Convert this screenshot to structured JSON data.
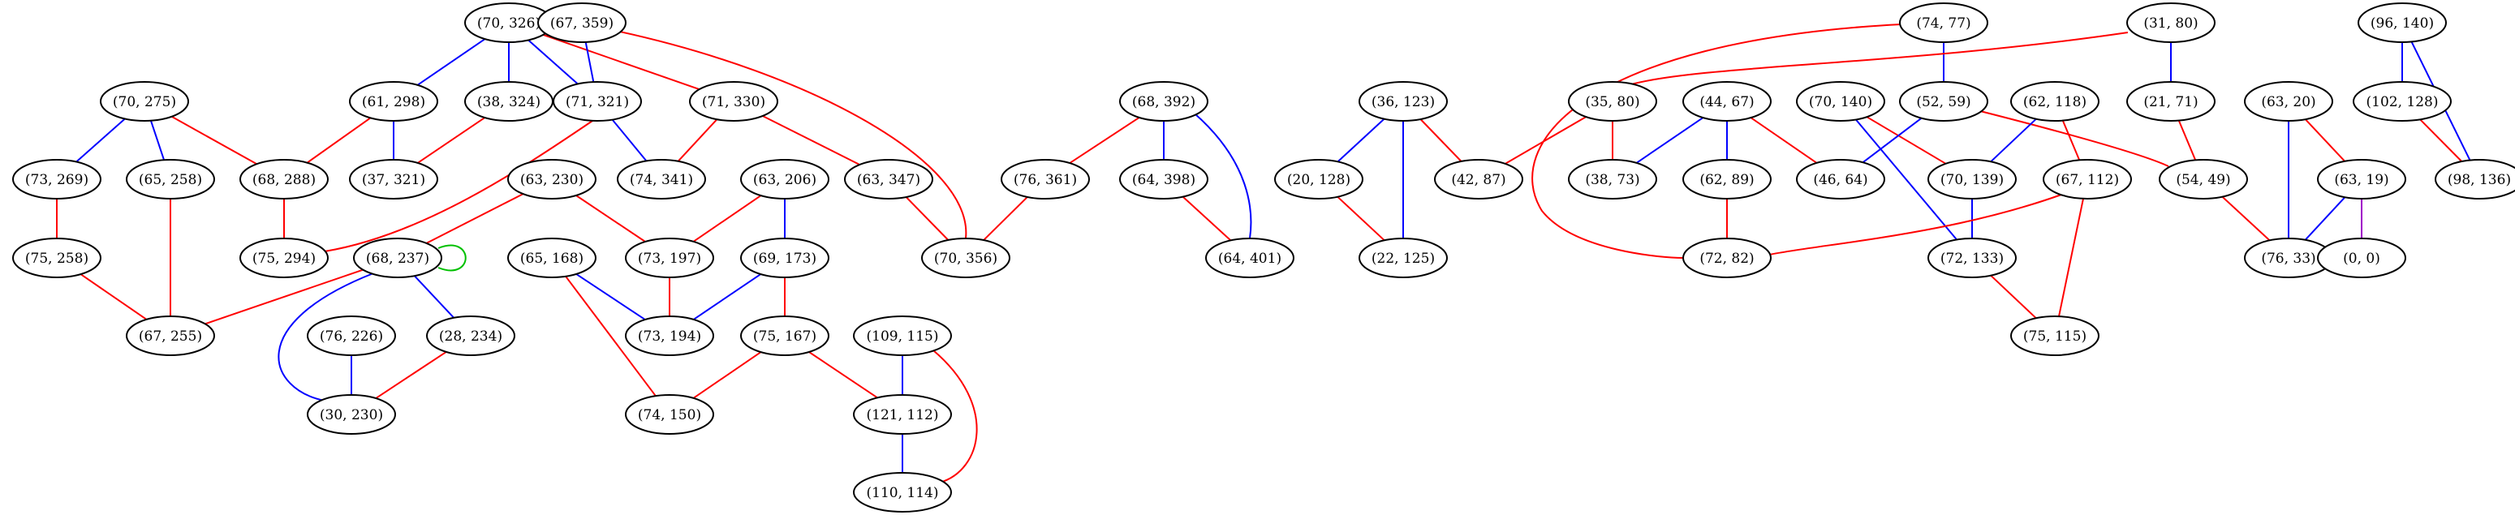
{
  "colors": {
    "red": "#ff0000",
    "blue": "#0000ff",
    "green": "#00c000",
    "node_stroke": "#000000",
    "background": "#ffffff"
  },
  "nodes": [
    {
      "id": "n70_326",
      "label": "(70, 326)"
    },
    {
      "id": "n67_359",
      "label": "(67, 359)"
    },
    {
      "id": "n70_275",
      "label": "(70, 275)"
    },
    {
      "id": "n61_298",
      "label": "(61, 298)"
    },
    {
      "id": "n38_324",
      "label": "(38, 324)"
    },
    {
      "id": "n71_321",
      "label": "(71, 321)"
    },
    {
      "id": "n71_330",
      "label": "(71, 330)"
    },
    {
      "id": "n73_269",
      "label": "(73, 269)"
    },
    {
      "id": "n65_258",
      "label": "(65, 258)"
    },
    {
      "id": "n68_288",
      "label": "(68, 288)"
    },
    {
      "id": "n37_321",
      "label": "(37, 321)"
    },
    {
      "id": "n74_341",
      "label": "(74, 341)"
    },
    {
      "id": "n63_347",
      "label": "(63, 347)"
    },
    {
      "id": "n63_230",
      "label": "(63, 230)"
    },
    {
      "id": "n63_206",
      "label": "(63, 206)"
    },
    {
      "id": "n75_258",
      "label": "(75, 258)"
    },
    {
      "id": "n75_294",
      "label": "(75, 294)"
    },
    {
      "id": "n68_237",
      "label": "(68, 237)"
    },
    {
      "id": "n65_168",
      "label": "(65, 168)"
    },
    {
      "id": "n73_197",
      "label": "(73, 197)"
    },
    {
      "id": "n69_173",
      "label": "(69, 173)"
    },
    {
      "id": "n70_356",
      "label": "(70, 356)"
    },
    {
      "id": "n67_255",
      "label": "(67, 255)"
    },
    {
      "id": "n76_226",
      "label": "(76, 226)"
    },
    {
      "id": "n28_234",
      "label": "(28, 234)"
    },
    {
      "id": "n73_194",
      "label": "(73, 194)"
    },
    {
      "id": "n75_167",
      "label": "(75, 167)"
    },
    {
      "id": "n109_115",
      "label": "(109, 115)"
    },
    {
      "id": "n30_230",
      "label": "(30, 230)"
    },
    {
      "id": "n74_150",
      "label": "(74, 150)"
    },
    {
      "id": "n121_112",
      "label": "(121, 112)"
    },
    {
      "id": "n110_114",
      "label": "(110, 114)"
    },
    {
      "id": "n68_392",
      "label": "(68, 392)"
    },
    {
      "id": "n76_361",
      "label": "(76, 361)"
    },
    {
      "id": "n64_398",
      "label": "(64, 398)"
    },
    {
      "id": "n64_401",
      "label": "(64, 401)"
    },
    {
      "id": "n36_123",
      "label": "(36, 123)"
    },
    {
      "id": "n20_128",
      "label": "(20, 128)"
    },
    {
      "id": "n42_87",
      "label": "(42, 87)"
    },
    {
      "id": "n22_125",
      "label": "(22, 125)"
    },
    {
      "id": "n74_77",
      "label": "(74, 77)"
    },
    {
      "id": "n31_80",
      "label": "(31, 80)"
    },
    {
      "id": "n35_80",
      "label": "(35, 80)"
    },
    {
      "id": "n44_67",
      "label": "(44, 67)"
    },
    {
      "id": "n70_140",
      "label": "(70, 140)"
    },
    {
      "id": "n52_59",
      "label": "(52, 59)"
    },
    {
      "id": "n62_118",
      "label": "(62, 118)"
    },
    {
      "id": "n21_71",
      "label": "(21, 71)"
    },
    {
      "id": "n38_73",
      "label": "(38, 73)"
    },
    {
      "id": "n62_89",
      "label": "(62, 89)"
    },
    {
      "id": "n46_64",
      "label": "(46, 64)"
    },
    {
      "id": "n70_139",
      "label": "(70, 139)"
    },
    {
      "id": "n67_112",
      "label": "(67, 112)"
    },
    {
      "id": "n54_49",
      "label": "(54, 49)"
    },
    {
      "id": "n72_82",
      "label": "(72, 82)"
    },
    {
      "id": "n72_133",
      "label": "(72, 133)"
    },
    {
      "id": "n75_115",
      "label": "(75, 115)"
    },
    {
      "id": "n96_140",
      "label": "(96, 140)"
    },
    {
      "id": "n63_20",
      "label": "(63, 20)"
    },
    {
      "id": "n102_128",
      "label": "(102, 128)"
    },
    {
      "id": "n63_19",
      "label": "(63, 19)"
    },
    {
      "id": "n98_136",
      "label": "(98, 136)"
    },
    {
      "id": "n76_33",
      "label": "(76, 33)"
    },
    {
      "id": "n0_0",
      "label": "(0, 0)"
    }
  ],
  "edges": [
    {
      "from": "n70_326",
      "to": "n61_298",
      "color": "blue"
    },
    {
      "from": "n70_326",
      "to": "n38_324",
      "color": "blue"
    },
    {
      "from": "n70_326",
      "to": "n71_321",
      "color": "blue"
    },
    {
      "from": "n70_326",
      "to": "n71_330",
      "color": "red"
    },
    {
      "from": "n67_359",
      "to": "n71_321",
      "color": "blue"
    },
    {
      "from": "n67_359",
      "to": "n70_356",
      "color": "red"
    },
    {
      "from": "n70_275",
      "to": "n73_269",
      "color": "blue"
    },
    {
      "from": "n70_275",
      "to": "n65_258",
      "color": "blue"
    },
    {
      "from": "n70_275",
      "to": "n68_288",
      "color": "red"
    },
    {
      "from": "n61_298",
      "to": "n68_288",
      "color": "red"
    },
    {
      "from": "n61_298",
      "to": "n37_321",
      "color": "blue"
    },
    {
      "from": "n38_324",
      "to": "n37_321",
      "color": "red"
    },
    {
      "from": "n71_321",
      "to": "n74_341",
      "color": "blue"
    },
    {
      "from": "n71_321",
      "to": "n75_294",
      "color": "red"
    },
    {
      "from": "n71_330",
      "to": "n74_341",
      "color": "red"
    },
    {
      "from": "n71_330",
      "to": "n63_347",
      "color": "red"
    },
    {
      "from": "n63_347",
      "to": "n70_356",
      "color": "red"
    },
    {
      "from": "n73_269",
      "to": "n75_258",
      "color": "red"
    },
    {
      "from": "n65_258",
      "to": "n67_255",
      "color": "red"
    },
    {
      "from": "n75_258",
      "to": "n67_255",
      "color": "red"
    },
    {
      "from": "n68_288",
      "to": "n75_294",
      "color": "red"
    },
    {
      "from": "n63_230",
      "to": "n68_237",
      "color": "red"
    },
    {
      "from": "n63_230",
      "to": "n73_197",
      "color": "red"
    },
    {
      "from": "n63_206",
      "to": "n73_197",
      "color": "red"
    },
    {
      "from": "n63_206",
      "to": "n69_173",
      "color": "blue"
    },
    {
      "from": "n68_237",
      "to": "n68_237",
      "color": "green"
    },
    {
      "from": "n68_237",
      "to": "n67_255",
      "color": "red"
    },
    {
      "from": "n68_237",
      "to": "n28_234",
      "color": "blue"
    },
    {
      "from": "n68_237",
      "to": "n30_230",
      "color": "blue"
    },
    {
      "from": "n65_168",
      "to": "n73_194",
      "color": "blue"
    },
    {
      "from": "n65_168",
      "to": "n74_150",
      "color": "red"
    },
    {
      "from": "n73_197",
      "to": "n73_194",
      "color": "red"
    },
    {
      "from": "n69_173",
      "to": "n73_194",
      "color": "blue"
    },
    {
      "from": "n69_173",
      "to": "n75_167",
      "color": "red"
    },
    {
      "from": "n76_226",
      "to": "n30_230",
      "color": "blue"
    },
    {
      "from": "n28_234",
      "to": "n30_230",
      "color": "red"
    },
    {
      "from": "n75_167",
      "to": "n74_150",
      "color": "red"
    },
    {
      "from": "n75_167",
      "to": "n121_112",
      "color": "red"
    },
    {
      "from": "n109_115",
      "to": "n121_112",
      "color": "blue"
    },
    {
      "from": "n109_115",
      "to": "n110_114",
      "color": "red"
    },
    {
      "from": "n121_112",
      "to": "n110_114",
      "color": "blue"
    },
    {
      "from": "n68_392",
      "to": "n76_361",
      "color": "red"
    },
    {
      "from": "n68_392",
      "to": "n64_398",
      "color": "blue"
    },
    {
      "from": "n68_392",
      "to": "n64_401",
      "color": "blue"
    },
    {
      "from": "n76_361",
      "to": "n70_356",
      "color": "red"
    },
    {
      "from": "n64_398",
      "to": "n64_401",
      "color": "red"
    },
    {
      "from": "n36_123",
      "to": "n20_128",
      "color": "blue"
    },
    {
      "from": "n36_123",
      "to": "n22_125",
      "color": "blue"
    },
    {
      "from": "n36_123",
      "to": "n42_87",
      "color": "red"
    },
    {
      "from": "n20_128",
      "to": "n22_125",
      "color": "red"
    },
    {
      "from": "n74_77",
      "to": "n52_59",
      "color": "blue"
    },
    {
      "from": "n74_77",
      "to": "n72_82",
      "color": "red"
    },
    {
      "from": "n31_80",
      "to": "n35_80",
      "color": "red"
    },
    {
      "from": "n31_80",
      "to": "n21_71",
      "color": "blue"
    },
    {
      "from": "n35_80",
      "to": "n42_87",
      "color": "red"
    },
    {
      "from": "n35_80",
      "to": "n38_73",
      "color": "red"
    },
    {
      "from": "n44_67",
      "to": "n38_73",
      "color": "blue"
    },
    {
      "from": "n44_67",
      "to": "n62_89",
      "color": "blue"
    },
    {
      "from": "n44_67",
      "to": "n46_64",
      "color": "red"
    },
    {
      "from": "n70_140",
      "to": "n70_139",
      "color": "red"
    },
    {
      "from": "n70_140",
      "to": "n72_133",
      "color": "blue"
    },
    {
      "from": "n52_59",
      "to": "n46_64",
      "color": "blue"
    },
    {
      "from": "n52_59",
      "to": "n54_49",
      "color": "red"
    },
    {
      "from": "n62_118",
      "to": "n70_139",
      "color": "blue"
    },
    {
      "from": "n62_118",
      "to": "n67_112",
      "color": "red"
    },
    {
      "from": "n21_71",
      "to": "n54_49",
      "color": "red"
    },
    {
      "from": "n62_89",
      "to": "n72_82",
      "color": "red"
    },
    {
      "from": "n70_139",
      "to": "n72_133",
      "color": "blue"
    },
    {
      "from": "n67_112",
      "to": "n72_82",
      "color": "red"
    },
    {
      "from": "n67_112",
      "to": "n75_115",
      "color": "red"
    },
    {
      "from": "n54_49",
      "to": "n76_33",
      "color": "red"
    },
    {
      "from": "n72_133",
      "to": "n75_115",
      "color": "red"
    },
    {
      "from": "n96_140",
      "to": "n102_128",
      "color": "blue"
    },
    {
      "from": "n96_140",
      "to": "n98_136",
      "color": "blue"
    },
    {
      "from": "n102_128",
      "to": "n98_136",
      "color": "red"
    },
    {
      "from": "n63_20",
      "to": "n63_19",
      "color": "red"
    },
    {
      "from": "n63_20",
      "to": "n76_33",
      "color": "blue"
    },
    {
      "from": "n63_19",
      "to": "n76_33",
      "color": "blue"
    },
    {
      "from": "n63_19",
      "to": "n0_0",
      "color": "purple"
    }
  ]
}
